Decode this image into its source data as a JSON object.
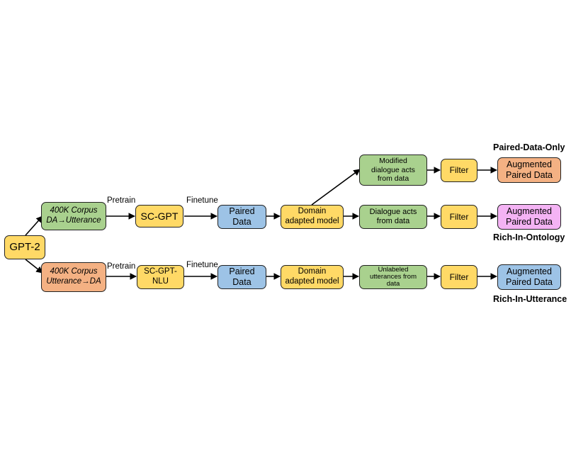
{
  "nodes": {
    "gpt2": "GPT-2",
    "corpus_top": "400K Corpus\nDA→Utterance",
    "corpus_bottom": "400K Corpus\nUtterance→DA",
    "scgpt": "SC-GPT",
    "scgpt_nlu": "SC-GPT-\nNLU",
    "paired_top": "Paired\nData",
    "paired_bottom": "Paired\nData",
    "domain_top": "Domain\nadapted model",
    "domain_bottom": "Domain\nadapted model",
    "modified_acts": "Modified\ndialogue acts\nfrom data",
    "dialogue_acts": "Dialogue acts\nfrom data",
    "unlabeled": "Unlabeled\nutterances from\ndata",
    "filter_1": "Filter",
    "filter_2": "Filter",
    "filter_3": "Filter",
    "augmented_1": "Augmented\nPaired Data",
    "augmented_2": "Augmented\nPaired Data",
    "augmented_3": "Augmented\nPaired Data"
  },
  "edge_labels": {
    "pretrain_top": "Pretrain",
    "finetune_top": "Finetune",
    "pretrain_bottom": "Pretrain",
    "finetune_bottom": "Finetune"
  },
  "headings": {
    "paired_only": "Paired-Data-Only",
    "rich_ontology": "Rich-In-Ontology",
    "rich_utterance": "Rich-In-Utterance"
  },
  "colors": {
    "yellow": "#FFD966",
    "green": "#A9D18E",
    "orange": "#F4B183",
    "blue": "#9DC3E6",
    "pink": "#F4B3F4"
  }
}
